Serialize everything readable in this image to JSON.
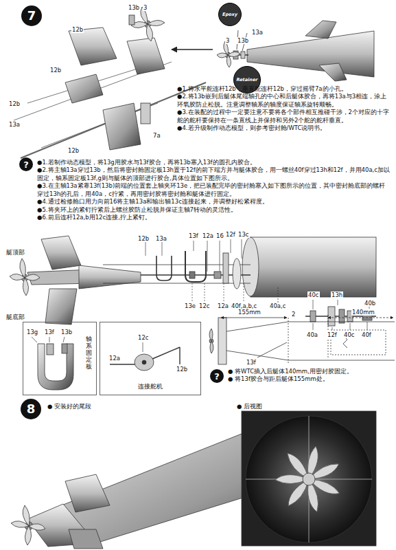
{
  "diagram": {
    "nodes": [
      {
        "text": [
          "7"
        ]
      },
      {
        "text": [
          "Epoxy"
        ]
      },
      {
        "text": [
          "Retainer"
        ]
      },
      {
        "text": [
          "?"
        ]
      },
      {
        "text": [
          "轴系固定板"
        ]
      },
      {
        "text": [
          "连接舵机"
        ]
      },
      {
        "text": [
          "?"
        ]
      },
      {
        "text": [
          "8"
        ]
      }
    ],
    "labels": [
      "12b",
      "13b",
      "3",
      "12b",
      "12b",
      "13a",
      "12b",
      "7a",
      "3",
      "13b",
      "13a",
      "●1.将水平舵连杆12b，垂直舵连杆12b，穿过摇臂7a的小孔。",
      "●2.将13b嵌到后艇体尾端轴孔的中心和后艇体胶合，再将13a与3相连，涂上环氧胶防止松脱。注意调整轴系的轴度保证轴系旋转顺畅。",
      "●3.在装配的过程中一定要注意不要将各个部件相互推碰干涉，2个对应的十字舵的舵杆要保持在一条直线上并保持和另外2个舵的舵杆垂直。",
      "●4.若升级制作动态模型，则参考密封舱/WTC说明书。",
      "●1.若制作动态模型，将13g用胶水与13f胶合，再将13b塞入13f的圆孔内胶合。",
      "●2.将主轴13a穿过13b，然后将密封舱固定板13h置于12f的前下端方并与艇体胶合，用一螺丝40f穿过13h和12f，并用40a,c加以固定，轴系固定板13f,g则与艇体的顶部进行胶合,具体位置如下图所示。",
      "●3.在主轴13a紧靠13f(13b)前端的位置套上轴夹环13e，把已装配完毕的密封舱塞入如下图所示的位置，其中密封舱底部的螺杆穿过13h的孔后，用40a，c拧紧，再用密封胶将密封舱和艇体进行固定。",
      "●4.通过检修舱口用力向前16将主轴13a和输出轴13c连接起来，并调整好松紧程度。",
      "●5.将夹环上的紧钉拧紧后上螺丝胶防止松脱并保证主轴7转动的灵活性。",
      "●6.前后连杆12a,b用12c连接,拧上紧钉。",
      "艇顶部",
      "艇底部",
      "12b",
      "13a",
      "13f",
      "12a",
      "16",
      "12f",
      "13c",
      "13e",
      "12c",
      "12a",
      "40f,a,b,c",
      "40a,c",
      "40c",
      "13h",
      "40b",
      "40a",
      "12f",
      "40c",
      "40f",
      "13g",
      "13f",
      "13b",
      "12c",
      "12a",
      "12b",
      "155mm",
      "2",
      "140mm",
      "13f",
      "● 将WTC插入后艇体140mm,用密封胶固定。",
      "● 将13f胶合与距后艇体155mm处。",
      "● 安装好的尾段",
      "● 后视图"
    ]
  }
}
